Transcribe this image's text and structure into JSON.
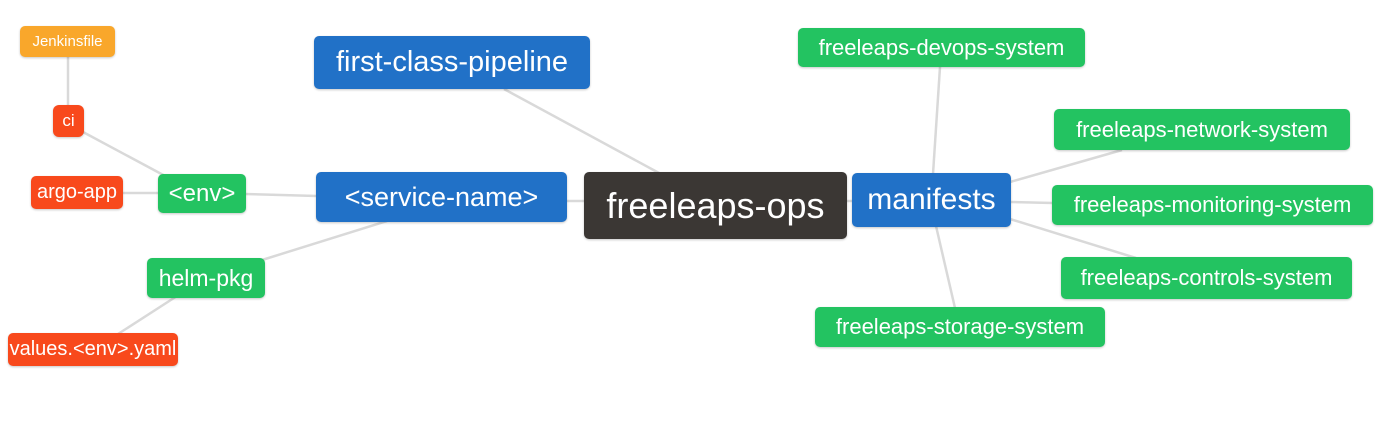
{
  "diagram": {
    "type": "mindmap",
    "root": "freeleaps-ops",
    "background": "#ffffff",
    "edge_color": "#d9d9d9",
    "palette": {
      "root_dark": "#3b3734",
      "branch_blue": "#2171c7",
      "leaf_green": "#23c361",
      "leaf_orange": "#f9a72b",
      "leaf_red": "#f8491c",
      "node_text": "#ffffff"
    },
    "nodes": {
      "jenkinsfile": {
        "label": "Jenkinsfile",
        "color": "#f9a72b"
      },
      "ci": {
        "label": "ci",
        "color": "#f8491c"
      },
      "argo_app": {
        "label": "argo-app",
        "color": "#f8491c"
      },
      "env": {
        "label": "<env>",
        "color": "#23c361"
      },
      "first_class_pipeline": {
        "label": "first-class-pipeline",
        "color": "#2171c7"
      },
      "service_name": {
        "label": "<service-name>",
        "color": "#2171c7"
      },
      "helm_pkg": {
        "label": "helm-pkg",
        "color": "#23c361"
      },
      "values_env_yaml": {
        "label": "values.<env>.yaml",
        "color": "#f8491c"
      },
      "freeleaps_ops": {
        "label": "freeleaps-ops",
        "color": "#3b3734"
      },
      "manifests": {
        "label": "manifests",
        "color": "#2171c7"
      },
      "devops_system": {
        "label": "freeleaps-devops-system",
        "color": "#23c361"
      },
      "network_system": {
        "label": "freeleaps-network-system",
        "color": "#23c361"
      },
      "monitoring_system": {
        "label": "freeleaps-monitoring-system",
        "color": "#23c361"
      },
      "controls_system": {
        "label": "freeleaps-controls-system",
        "color": "#23c361"
      },
      "storage_system": {
        "label": "freeleaps-storage-system",
        "color": "#23c361"
      }
    },
    "edges": [
      {
        "from": "Jenkinsfile",
        "to": "ci"
      },
      {
        "from": "ci",
        "to": "<env>"
      },
      {
        "from": "argo-app",
        "to": "<env>"
      },
      {
        "from": "<env>",
        "to": "<service-name>"
      },
      {
        "from": "<service-name>",
        "to": "helm-pkg"
      },
      {
        "from": "helm-pkg",
        "to": "values.<env>.yaml"
      },
      {
        "from": "first-class-pipeline",
        "to": "freeleaps-ops"
      },
      {
        "from": "<service-name>",
        "to": "freeleaps-ops"
      },
      {
        "from": "freeleaps-ops",
        "to": "manifests"
      },
      {
        "from": "manifests",
        "to": "freeleaps-devops-system"
      },
      {
        "from": "manifests",
        "to": "freeleaps-network-system"
      },
      {
        "from": "manifests",
        "to": "freeleaps-monitoring-system"
      },
      {
        "from": "manifests",
        "to": "freeleaps-controls-system"
      },
      {
        "from": "manifests",
        "to": "freeleaps-storage-system"
      }
    ]
  }
}
